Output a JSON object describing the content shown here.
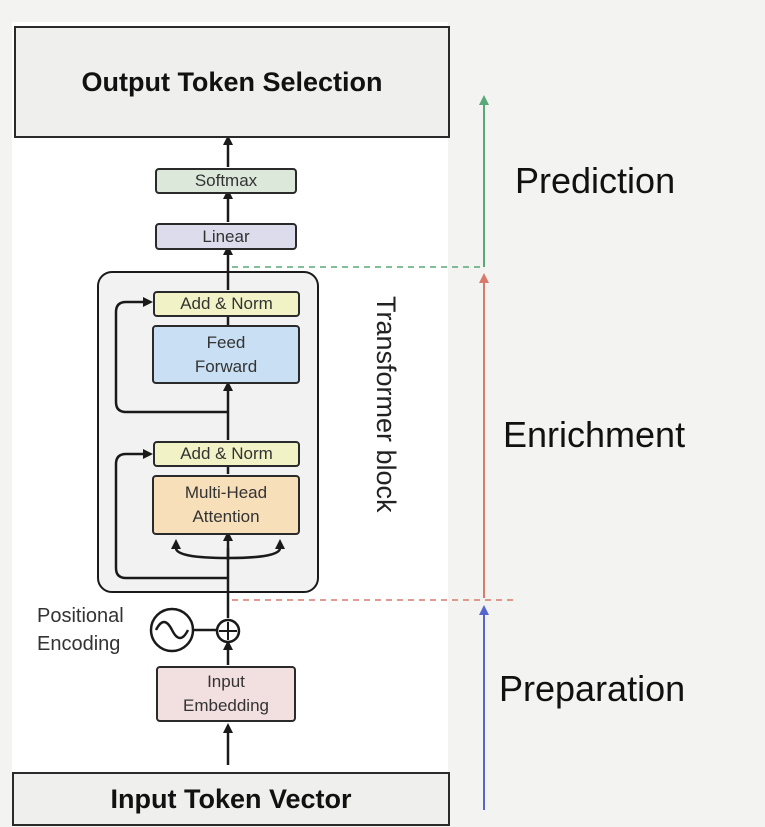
{
  "header": {
    "title": "Output Token Selection"
  },
  "footer": {
    "title": "Input Token Vector"
  },
  "blocks": {
    "softmax": "Softmax",
    "linear": "Linear",
    "add_norm_top": "Add & Norm",
    "feed_forward": "Feed\nForward",
    "add_norm_bottom": "Add & Norm",
    "attention": "Multi-Head\nAttention",
    "input_embedding": "Input\nEmbedding"
  },
  "positional": {
    "label": "Positional\nEncoding"
  },
  "transformer_label": "Transformer block",
  "stages": {
    "prediction": "Prediction",
    "enrichment": "Enrichment",
    "preparation": "Preparation"
  },
  "colors": {
    "softmax": "#dbe8da",
    "linear": "#dcdcec",
    "add_norm": "#f1f3c7",
    "feed_forward": "#c9e0f4",
    "attention": "#f7dfba",
    "input_embedding": "#f2dfe0",
    "prediction_arrow": "#58a878",
    "enrichment_arrow": "#d97a6c",
    "preparation_arrow": "#5566cc"
  }
}
